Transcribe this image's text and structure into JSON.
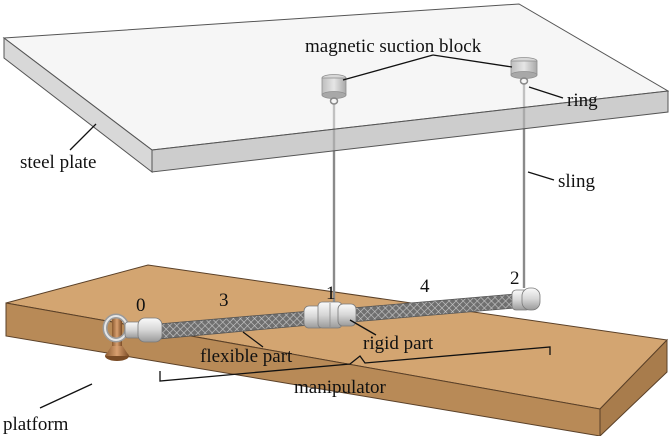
{
  "labels": {
    "magnetic_suction_block": "magnetic suction block",
    "ring": "ring",
    "steel_plate": "steel plate",
    "sling": "sling",
    "flexible_part": "flexible part",
    "rigid_part": "rigid part",
    "manipulator": "manipulator",
    "platform": "platform"
  },
  "node_numbers": {
    "n0": "0",
    "n1": "1",
    "n2": "2",
    "n3": "3",
    "n4": "4"
  },
  "colors": {
    "steel_plate_top": "#eeeeee",
    "steel_plate_front": "#c8c8c8",
    "steel_plate_side": "#b8b8b8",
    "platform_top": "#d3a571",
    "platform_front": "#b88a57",
    "platform_side": "#a87c4c",
    "flexible_mesh": "#777777",
    "rigid_metal": "#e0e0e0",
    "anchor_copper": "#b07a4a",
    "sling": "#8a8a8a"
  },
  "icons": [
    "magnetic-block-icon",
    "ring-icon",
    "anchor-bolt-icon",
    "joint-icon"
  ]
}
